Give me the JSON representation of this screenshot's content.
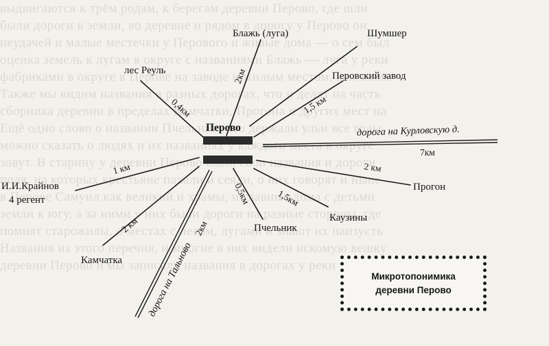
{
  "center": {
    "label": "Перово"
  },
  "places": [
    {
      "id": "blazh",
      "label": "Блажь (луга)",
      "distance": "2км"
    },
    {
      "id": "shumsher",
      "label": "Шумшер",
      "distance": ""
    },
    {
      "id": "perovsky-zavod",
      "label": "Перовский завод",
      "distance": "1,5 км"
    },
    {
      "id": "les-reul",
      "label": "лес Реуль",
      "distance": "0,4км"
    },
    {
      "id": "kraynov",
      "label": "И.И.Крайнов",
      "label2": "4 регент",
      "distance": "1 км"
    },
    {
      "id": "kamchatka",
      "label": "Камчатка",
      "distance": "2 км"
    },
    {
      "id": "pchelnik",
      "label": "Пчельник",
      "distance": "0,5км"
    },
    {
      "id": "kauziny",
      "label": "Каузины",
      "distance": "1,5км"
    },
    {
      "id": "progon",
      "label": "Прогон",
      "distance": "2 км"
    }
  ],
  "roads": [
    {
      "id": "kurlovskaya",
      "label": "дорога на Курловскую д.",
      "distance": "7км"
    },
    {
      "id": "talnovo",
      "label": "дорога на Тальново",
      "distance": "2км"
    }
  ],
  "legend": {
    "line1": "Микротопонимика",
    "line2": "деревни Перово"
  },
  "background_text": [
    "выдвигаются к трём родам, к берегам деревни Перово, где шли",
    "были дороги в земли, во деревне и рядом в дорогу у Перово он",
    "неудачей и малые местечки у Перового и живые дома — о сем был",
    "оценка земель к лугам в округе с названиями Блажь — луга у реки",
    "фабриками в округе в Перове на заводе и жилым местом, как знаем",
    "Также мы видим названия в разных дорогах, что и делят на часть",
    "сборника деревни в пределах Камчатки, Прогона и других мест на",
    "Ещё одно слово о названии Пчельник, что держали ульи все годы",
    "можно сказать о людях и их названиях у каждого места в округе",
    "зовут. В старину у деревни Перово были свои названия и дороги",
    "поля, на которых крестьяне пахали и сеяли, о них говорят и ныне",
    "в Перове Самуил как великий и храмы, и главные дома с детьми",
    "земли к югу, а за ними у них были дороги на разные стороны, где",
    "помнят старожилы, о местах с лесом, лугами и знают их наизусть",
    "Названия из этого перечня, и многие в них видели искомую вешку",
    "деревни Перово и мы записали названия в дорогах у реки у поля"
  ]
}
